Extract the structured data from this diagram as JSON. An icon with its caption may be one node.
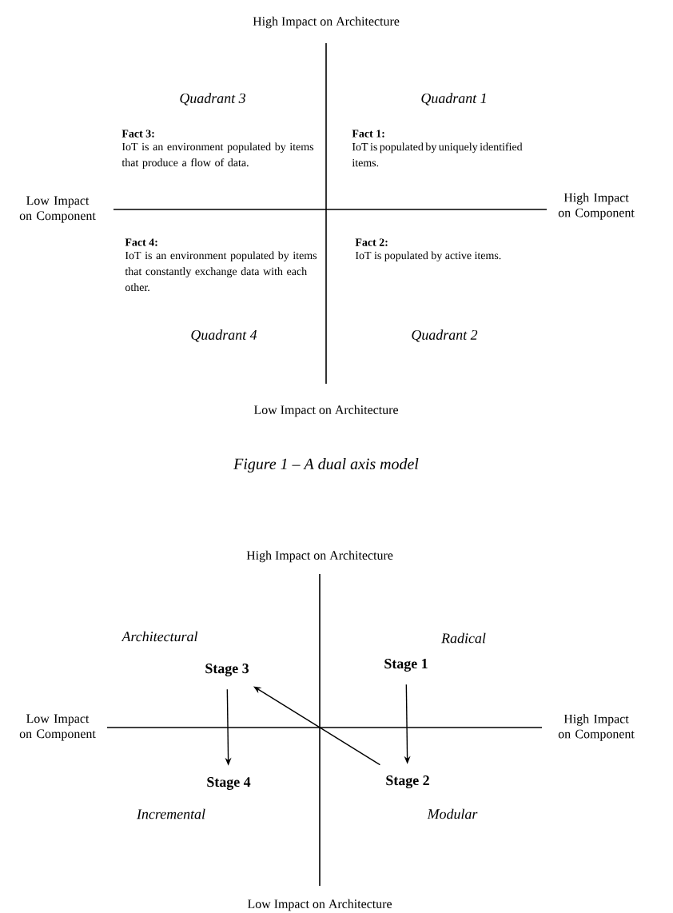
{
  "diagram": {
    "caption": "Figure 1 – A dual axis model",
    "nodes": [
      {
        "text": [
          "Stage 1"
        ]
      },
      {
        "text": [
          "Stage 2"
        ]
      },
      {
        "text": [
          "Stage 3"
        ]
      },
      {
        "text": [
          "Stage 4"
        ]
      }
    ],
    "edges": [
      {
        "from": 0,
        "to": 1,
        "arrow": "to"
      },
      {
        "from": 1,
        "to": 2,
        "arrow": "to"
      },
      {
        "from": 2,
        "to": 3,
        "arrow": "to"
      }
    ],
    "labels": [
      "High Impact on Architecture",
      "Quadrant 3",
      "Quadrant 1",
      "Fact 3:",
      "IoT is an environment populated by items that produce a flow of data.",
      "Fact 1:",
      "IoT is populated by uniquely identified items.",
      "Low Impact on Component",
      "High Impact on Component",
      "Fact 4:",
      "IoT is an environment populated by items that constantly exchange data with each other.",
      "Fact 2:",
      "IoT is populated by active items.",
      "Quadrant 4",
      "Quadrant 2",
      "Low Impact on Architecture",
      "High Impact on Architecture",
      "Architectural",
      "Radical",
      "Low Impact on Component",
      "High Impact on Component",
      "Incremental",
      "Modular",
      "Low Impact on Architecture"
    ]
  }
}
